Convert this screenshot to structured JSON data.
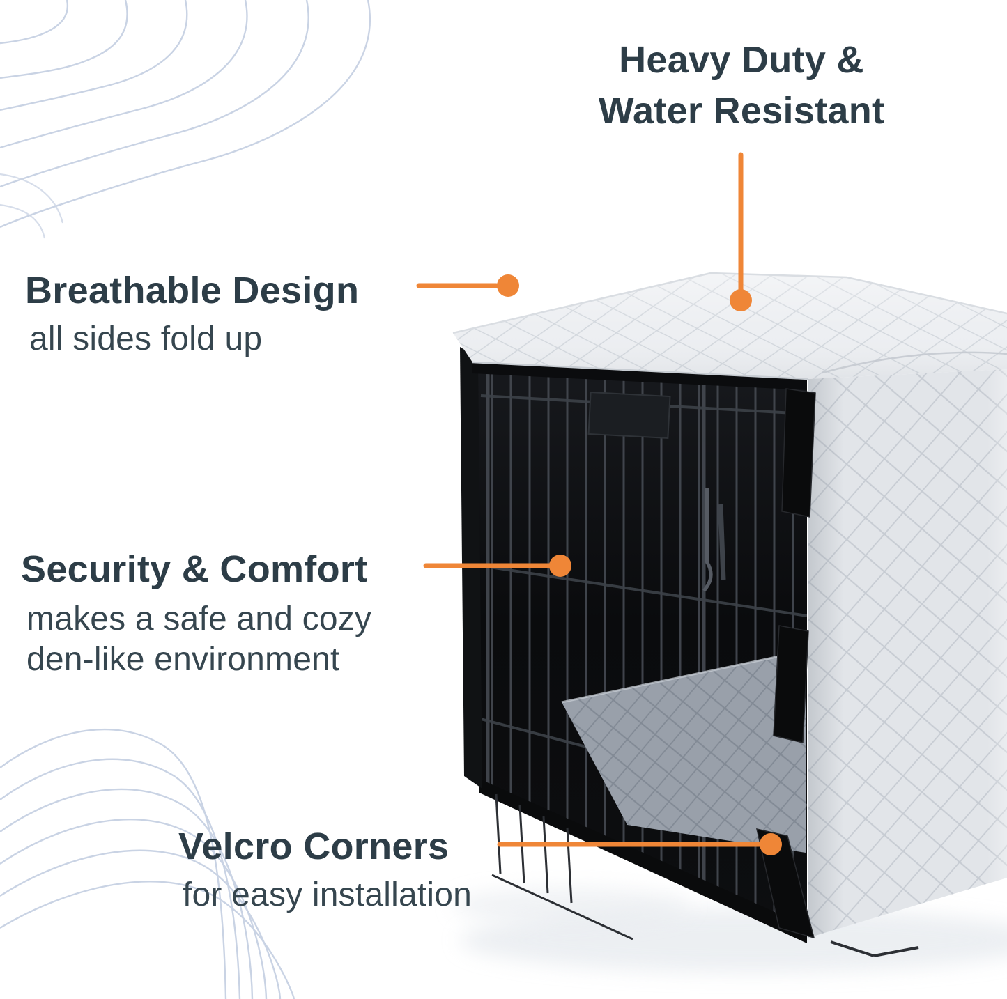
{
  "palette": {
    "accent": "#EF8637",
    "heading": "#2D3D47",
    "subtext": "#36464F",
    "wave": "#C7D1E3",
    "cover_fabric": "#E9ECEF",
    "crate_interior": "#0B0C0E"
  },
  "callouts": {
    "heavy_duty": {
      "title_line1": "Heavy Duty &",
      "title_line2": "Water Resistant"
    },
    "breathable": {
      "title": "Breathable Design",
      "subtitle": "all sides fold up"
    },
    "security": {
      "title": "Security & Comfort",
      "subtitle_line1": "makes a safe and cozy",
      "subtitle_line2": "den-like environment"
    },
    "velcro": {
      "title": "Velcro Corners",
      "subtitle": "for easy installation"
    }
  }
}
